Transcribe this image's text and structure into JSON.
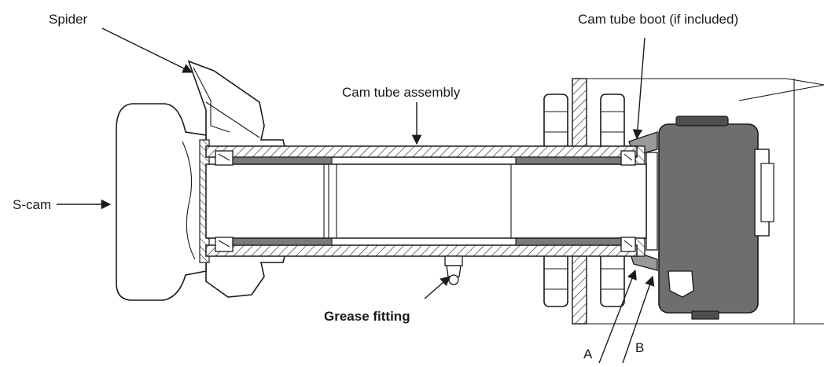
{
  "labels": {
    "spider": "Spider",
    "cam_tube_boot": "Cam tube boot (if included)",
    "cam_tube_assembly": "Cam tube assembly",
    "s_cam": "S-cam",
    "grease_fitting": "Grease fitting",
    "a": "A",
    "b": "B"
  },
  "colors": {
    "outline": "#1a1a1a",
    "liner": "#7a7a7a",
    "chamber": "#6e6e6e",
    "paper": "#ffffff"
  }
}
